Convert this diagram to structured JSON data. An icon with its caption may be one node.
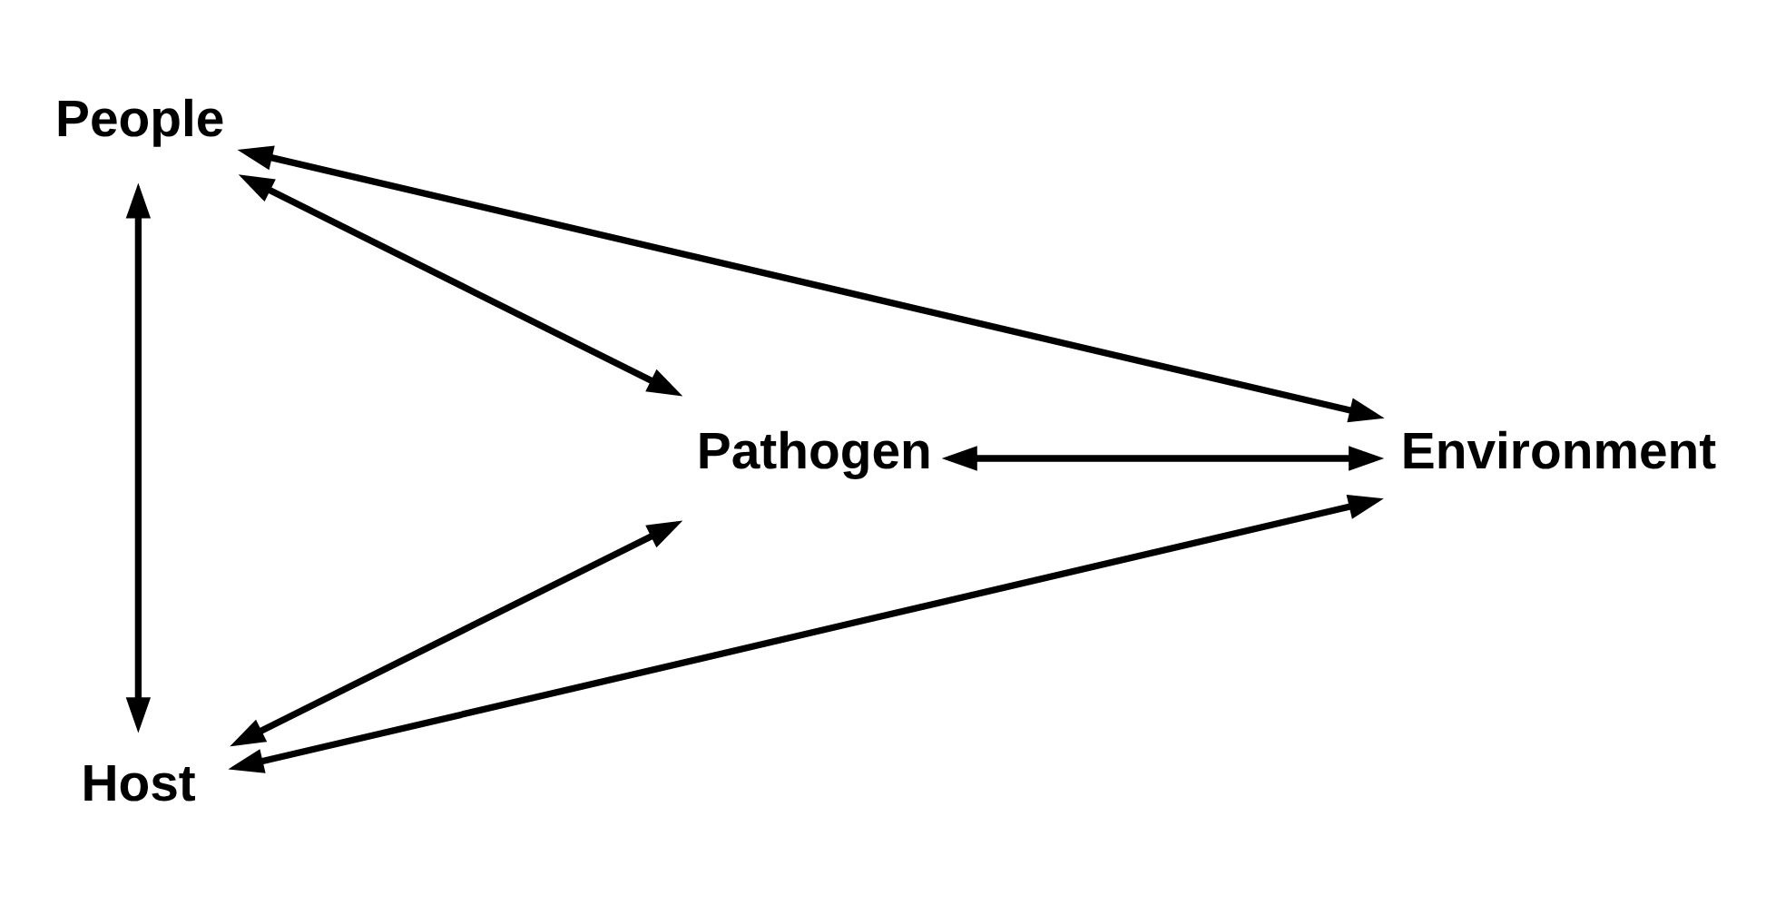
{
  "diagram": {
    "nodes": [
      {
        "text": [
          "People"
        ]
      },
      {
        "text": [
          "Pathogen"
        ]
      },
      {
        "text": [
          "Environment"
        ]
      },
      {
        "text": [
          "Host"
        ]
      }
    ],
    "edges": [
      {
        "from": 0,
        "to": 1,
        "arrow": "both"
      },
      {
        "from": 0,
        "to": 3,
        "arrow": "both"
      },
      {
        "from": 0,
        "to": 2,
        "arrow": "both"
      },
      {
        "from": 1,
        "to": 2,
        "arrow": "both"
      },
      {
        "from": 1,
        "to": 3,
        "arrow": "both"
      },
      {
        "from": 3,
        "to": 2,
        "arrow": "both"
      }
    ]
  }
}
